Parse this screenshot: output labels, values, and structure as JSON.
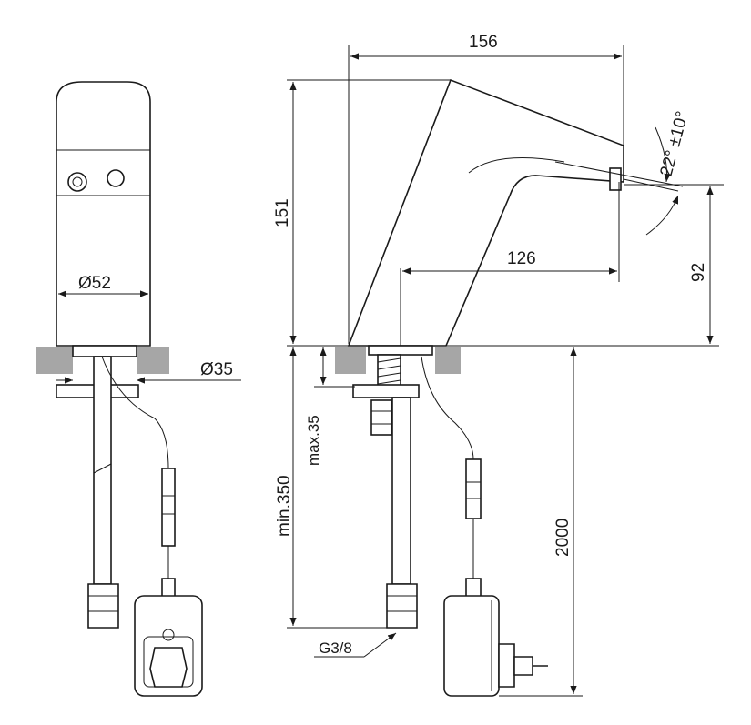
{
  "drawing": {
    "front_view": {
      "body_diameter": "Ø52",
      "flange_diameter": "Ø35"
    },
    "side_view": {
      "overall_length": "156",
      "overall_height": "151",
      "spout_reach": "126",
      "outlet_height": "92",
      "sensor_angle": "22° ±10°",
      "max_counter_thickness": "max.35",
      "min_hose_length": "min.350",
      "cable_length": "2000",
      "connection_thread": "G3/8"
    }
  }
}
